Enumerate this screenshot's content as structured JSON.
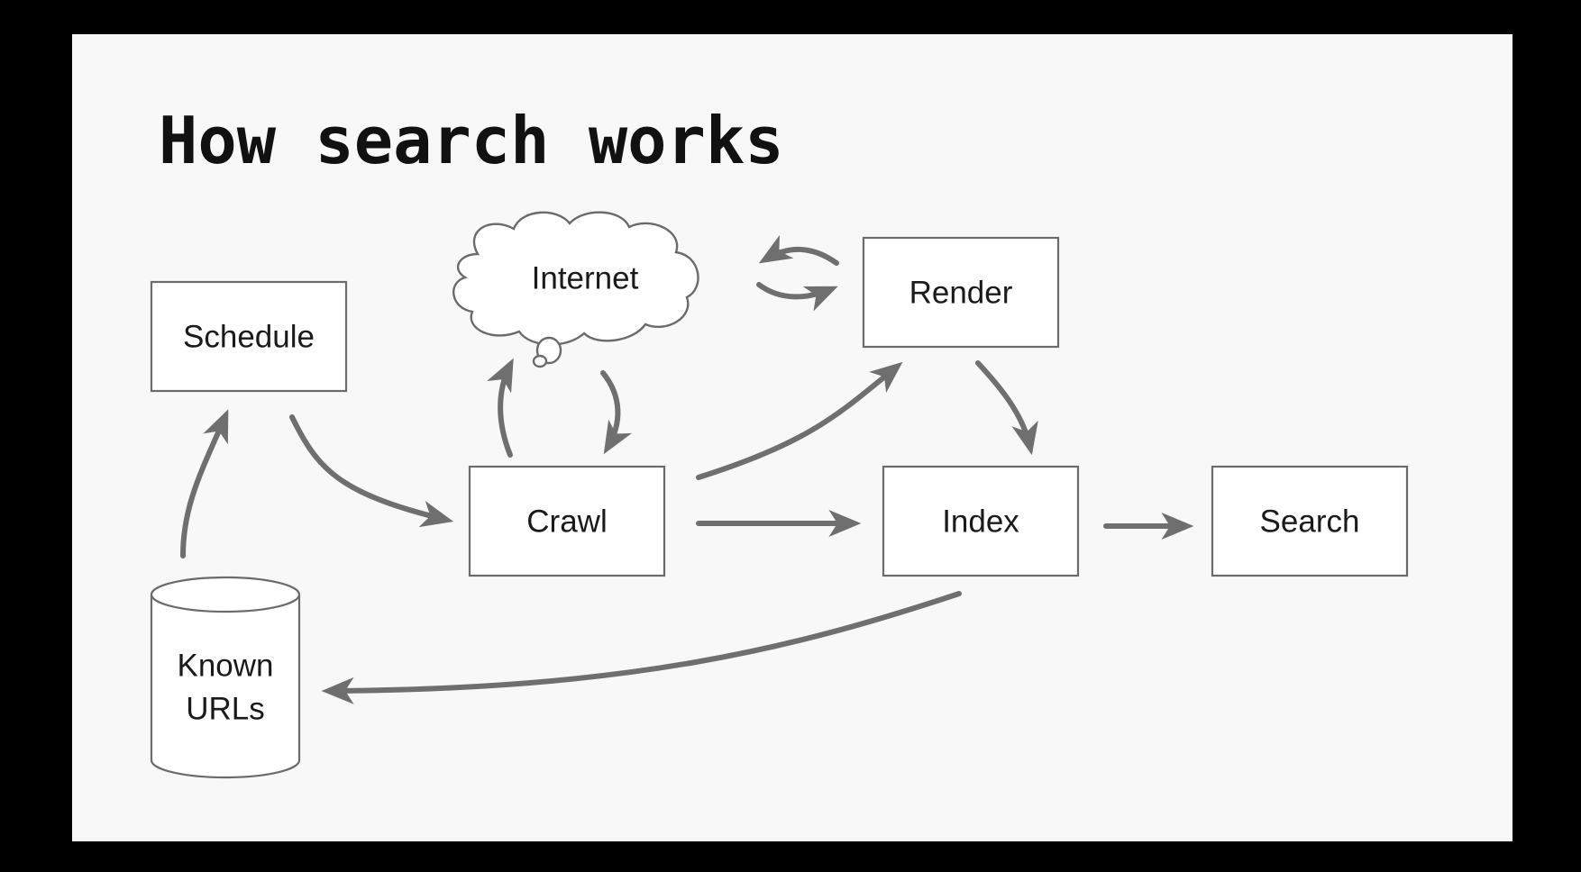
{
  "title": "How search works",
  "nodes": {
    "schedule": "Schedule",
    "internet": "Internet",
    "render": "Render",
    "crawl": "Crawl",
    "index": "Index",
    "search": "Search",
    "known_urls_line1": "Known",
    "known_urls_line2": "URLs"
  },
  "colors": {
    "background": "#000000",
    "slide": "#f8f8f8",
    "arrow": "#6f6f6f",
    "box_stroke": "#6b6b6b"
  },
  "edges": [
    {
      "from": "Known URLs",
      "to": "Schedule"
    },
    {
      "from": "Schedule",
      "to": "Crawl"
    },
    {
      "from": "Crawl",
      "to": "Internet"
    },
    {
      "from": "Internet",
      "to": "Crawl"
    },
    {
      "from": "Render",
      "to": "Internet"
    },
    {
      "from": "Internet",
      "to": "Render"
    },
    {
      "from": "Crawl",
      "to": "Render"
    },
    {
      "from": "Crawl",
      "to": "Index"
    },
    {
      "from": "Render",
      "to": "Index"
    },
    {
      "from": "Index",
      "to": "Search"
    },
    {
      "from": "Index",
      "to": "Known URLs"
    }
  ]
}
